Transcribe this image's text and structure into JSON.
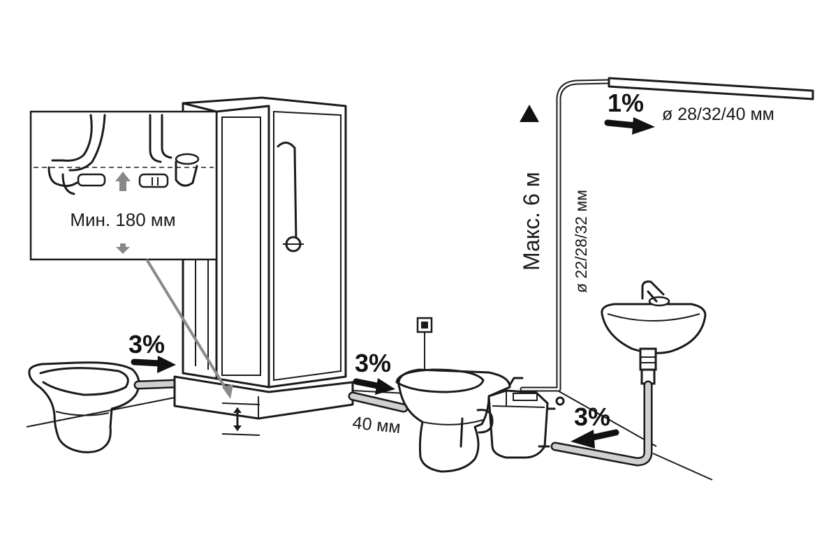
{
  "labels": {
    "min_height": "Мин. 180 мм",
    "slope_toilet_left": "3%",
    "slope_toilet_pump": "3%",
    "slope_sink": "3%",
    "slope_top": "1%",
    "pipe_40": "40 мм",
    "max_height": "Макс. 6 м",
    "riser_diameter": "ø 22/28/32 мм",
    "top_pipe_diameter": "ø 28/32/40 мм"
  },
  "icons": [
    "arrow-right-icon",
    "arrow-left-icon",
    "arrow-up-icon",
    "arrow-down-icon",
    "double-arrow-icon",
    "triangle-up-icon",
    "power-socket-icon"
  ],
  "colors": {
    "line": "#1a1a1a",
    "pipe_fill": "#d0d0d0",
    "inset_arrow": "#888888",
    "callout_line": "#8a8a8a"
  }
}
